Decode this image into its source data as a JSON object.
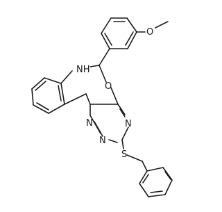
{
  "structure": {
    "atoms": {
      "nh": "NH",
      "o_methoxy": "O",
      "o_ring": "O",
      "n_triazine_right": "N",
      "n_triazine_left1": "N",
      "n_triazine_left2": "N",
      "s": "S"
    }
  },
  "colors": {
    "bond": "#1a1a1a",
    "label": "#1a1a1a",
    "background": "#ffffff"
  }
}
